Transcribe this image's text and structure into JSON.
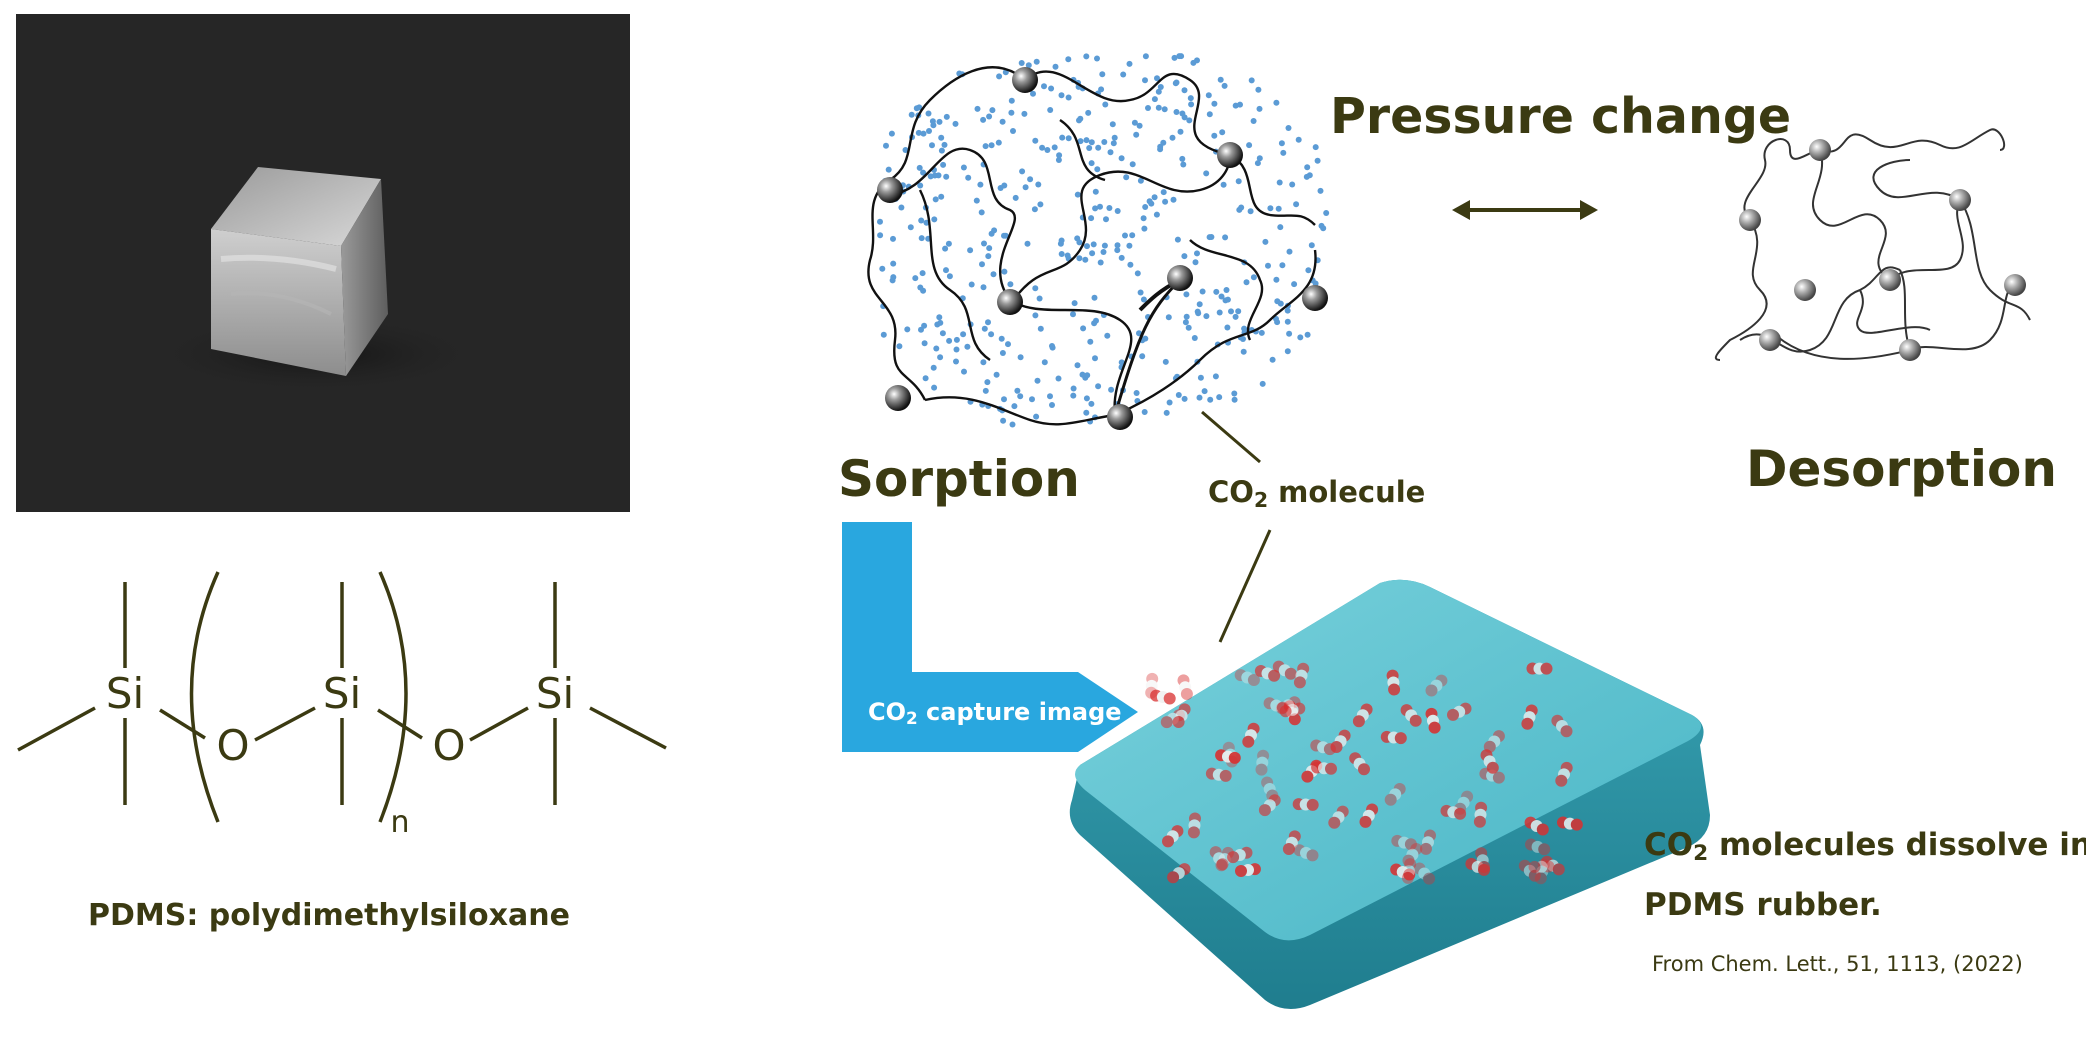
{
  "chem": {
    "si": "Si",
    "o": "O",
    "n": "n",
    "caption": "PDMS: polydimethylsiloxane"
  },
  "diagram": {
    "pressure_change": "Pressure change",
    "sorption": "Sorption",
    "desorption": "Desorption",
    "co2_pointer": {
      "prefix": "CO",
      "sub": "2",
      "suffix": " molecule"
    },
    "arrow_label": {
      "prefix": "CO",
      "sub": "2",
      "suffix": " capture image"
    },
    "dissolve": {
      "prefix": "CO",
      "sub": "2",
      "suffix": " molecules dissolve in",
      "line2": "PDMS rubber."
    },
    "citation": "From Chem. Lett., 51, 1113, (2022)"
  },
  "colors": {
    "text": "#3b3a12",
    "accent_blue": "#29a7df",
    "dot_blue": "#5b9bd5",
    "slab": "#4fbccb"
  }
}
